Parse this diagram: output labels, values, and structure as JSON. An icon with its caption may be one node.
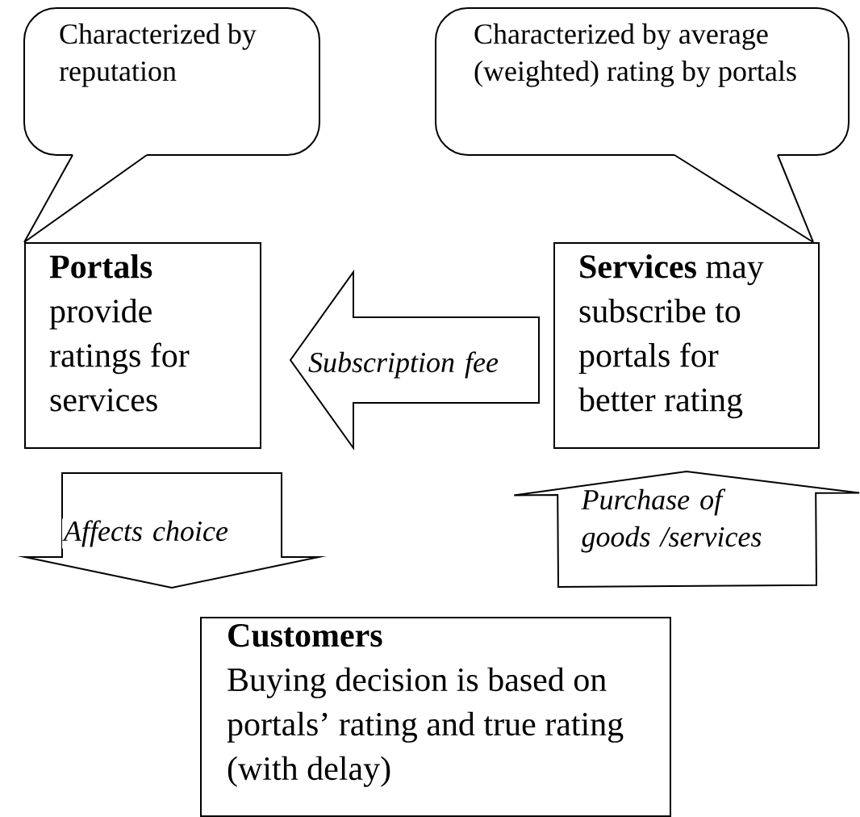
{
  "diagram": {
    "nodes": [
      {
        "text": [
          "Characterized by reputation"
        ]
      },
      {
        "text": [
          "Characterized by average (weighted) rating by portals"
        ]
      },
      {
        "text": [
          "**Portals** provide ratings for services"
        ]
      },
      {
        "text": [
          "**Services** may subscribe to portals for better rating"
        ]
      },
      {
        "text": [
          "Customers",
          "Buying decision is based on portals’ rating and true rating (with delay)"
        ]
      }
    ],
    "edges": [
      {
        "from": 0,
        "to": 2,
        "arrow": "none"
      },
      {
        "from": 1,
        "to": 3,
        "arrow": "none"
      },
      {
        "from": 3,
        "to": 2,
        "arrow": "to",
        "label": "Subscription fee"
      },
      {
        "from": 2,
        "to": 4,
        "arrow": "to",
        "label": "Affects choice"
      },
      {
        "from": 4,
        "to": 3,
        "arrow": "to",
        "label": "Purchase of goods /services"
      }
    ]
  }
}
